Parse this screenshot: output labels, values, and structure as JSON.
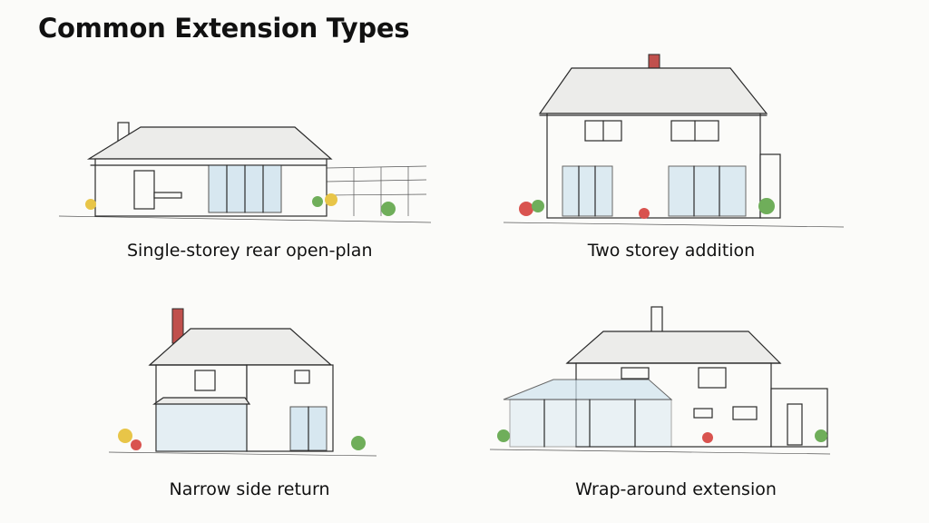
{
  "title": "Common Extension Types",
  "panels": [
    {
      "caption": "Single-storey rear open-plan",
      "icon": "single-storey-house-sketch"
    },
    {
      "caption": "Two storey addition",
      "icon": "two-storey-house-sketch"
    },
    {
      "caption": "Narrow side return",
      "icon": "side-return-house-sketch"
    },
    {
      "caption": "Wrap-around extension",
      "icon": "wrap-around-house-sketch"
    }
  ],
  "colors": {
    "ink": "#2b2b2b",
    "glass": "#cfe3ef",
    "chimney": "#c0504d",
    "foliage_green": "#6fae5a",
    "foliage_yellow": "#e8c548",
    "accent_red": "#d9534f"
  }
}
